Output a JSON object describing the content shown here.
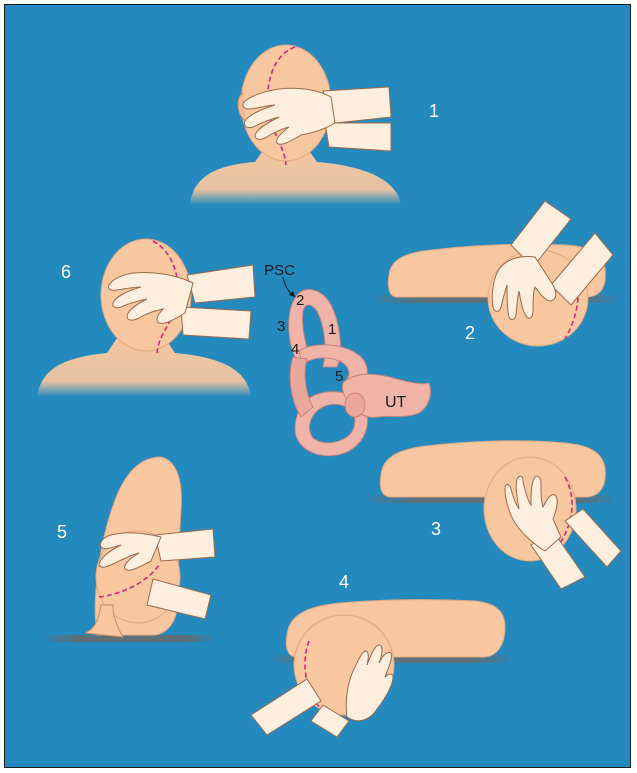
{
  "colors": {
    "background": "#2489bd",
    "skin": "#f8c7a0",
    "skin_shadow": "#e8a882",
    "hand": "#fdeedd",
    "outline": "#9b6b4e",
    "table": "#5d6f78",
    "canal_line": "#d4287c",
    "labyrinth": "#f0b3a8",
    "labyrinth_dark": "#d98e87"
  },
  "step_labels": {
    "step1": "1",
    "step2": "2",
    "step3": "3",
    "step4": "4",
    "step5": "5",
    "step6": "6"
  },
  "labyrinth": {
    "psc_label": "PSC",
    "ut_label": "UT",
    "position_labels": [
      "2",
      "3",
      "4",
      "1",
      "5"
    ]
  }
}
